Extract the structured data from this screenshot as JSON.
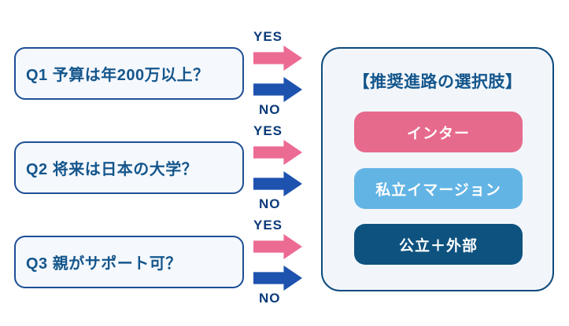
{
  "diagram": {
    "type": "decision-flowchart",
    "questions": [
      {
        "id": "Q1",
        "label": "Q1 予算は年200万以上？",
        "yes_label": "YES",
        "no_label": "NO"
      },
      {
        "id": "Q2",
        "label": "Q2 将来は日本の大学？",
        "yes_label": "YES",
        "no_label": "NO"
      },
      {
        "id": "Q3",
        "label": "Q3 親がサポート可？",
        "yes_label": "YES",
        "no_label": "NO"
      }
    ],
    "result_panel": {
      "title": "【推奨進路の選択肢】",
      "options": [
        {
          "label": "インター",
          "color": "#E66A8C",
          "text_color": "#FFFFFF"
        },
        {
          "label": "私立イマージョン",
          "color": "#62B4E4",
          "text_color": "#FFFFFF"
        },
        {
          "label": "公立＋外部",
          "color": "#0E527F",
          "text_color": "#FFFFFF"
        }
      ]
    },
    "colors": {
      "yes_arrow": "#EC6B93",
      "no_arrow": "#1D52AE",
      "yes_no_label_text": "#0B3A7A",
      "question_text": "#14568C",
      "question_box_border": "#1D4F96",
      "question_box_fill": "#F5F8FD",
      "panel_border": "#0D4B7D",
      "panel_fill": "#F2F6FB",
      "title_text": "#14568C",
      "background": "#FFFFFF"
    }
  }
}
